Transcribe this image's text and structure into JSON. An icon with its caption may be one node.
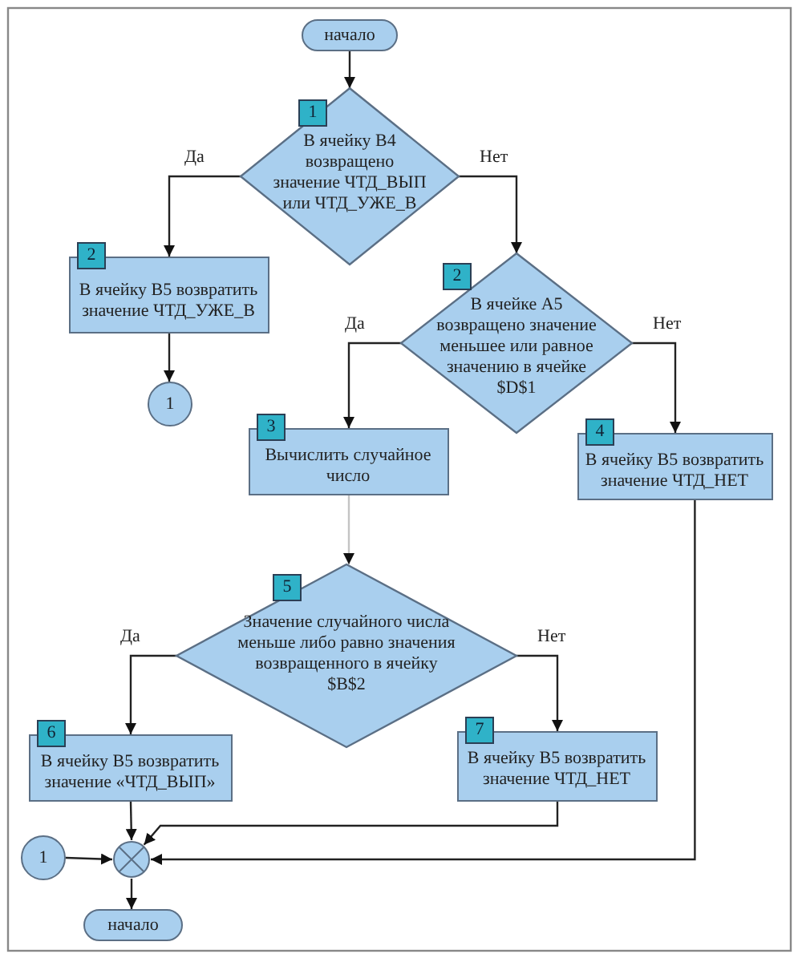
{
  "diagram": {
    "nodes": [
      {
        "text": [
          "начало"
        ]
      },
      {
        "text": [
          "В ячейку В4 возвращено значение ЧТД_ВЫП или ЧТД_УЖЕ_В"
        ]
      },
      {
        "text": [
          "В ячейку В5 возвратить значение ЧТД_УЖЕ_В"
        ]
      },
      {
        "text": [
          "1"
        ]
      },
      {
        "text": [
          "В ячейке  А5 возвращено значение меньшее или равное значению в ячейке $D$1"
        ]
      },
      {
        "text": [
          "Вычислить случайное число"
        ]
      },
      {
        "text": [
          "В ячейку В5 возвратить значение ЧТД_НЕТ"
        ]
      },
      {
        "text": [
          "Значение случайного числа меньше либо равно значения возвращенного в ячейку $B$2"
        ]
      },
      {
        "text": [
          "В ячейку В5 возвратить значение «ЧТД_ВЫП»"
        ]
      },
      {
        "text": [
          "В ячейку В5 возвратить значение ЧТД_НЕТ"
        ]
      },
      {
        "text": [
          "1"
        ]
      },
      {
        "text": [],
        "shape": "circle"
      },
      {
        "text": [
          "начало"
        ]
      }
    ],
    "edges": [
      {
        "from": 0,
        "to": 1,
        "arrow": "to"
      },
      {
        "from": 1,
        "to": 2,
        "arrow": "to",
        "label": "Да"
      },
      {
        "from": 1,
        "to": 4,
        "arrow": "to",
        "label": "Нет"
      },
      {
        "from": 2,
        "to": 3,
        "arrow": "to"
      },
      {
        "from": 4,
        "to": 5,
        "arrow": "to",
        "label": "Да"
      },
      {
        "from": 4,
        "to": 6,
        "arrow": "to",
        "label": "Нет"
      },
      {
        "from": 5,
        "to": 7,
        "arrow": "to",
        "color": "#c4c4c4"
      },
      {
        "from": 7,
        "to": 8,
        "arrow": "to",
        "label": "Да"
      },
      {
        "from": 7,
        "to": 9,
        "arrow": "to",
        "label": "Нет"
      },
      {
        "from": 8,
        "to": 11,
        "arrow": "to"
      },
      {
        "from": 9,
        "to": 11,
        "arrow": "to"
      },
      {
        "from": 6,
        "to": 11,
        "arrow": "to"
      },
      {
        "from": 10,
        "to": 11,
        "arrow": "to"
      },
      {
        "from": 11,
        "to": 12,
        "arrow": "to"
      }
    ],
    "labels": [
      "1",
      "2",
      "2",
      "3",
      "4",
      "5",
      "6",
      "7"
    ]
  }
}
